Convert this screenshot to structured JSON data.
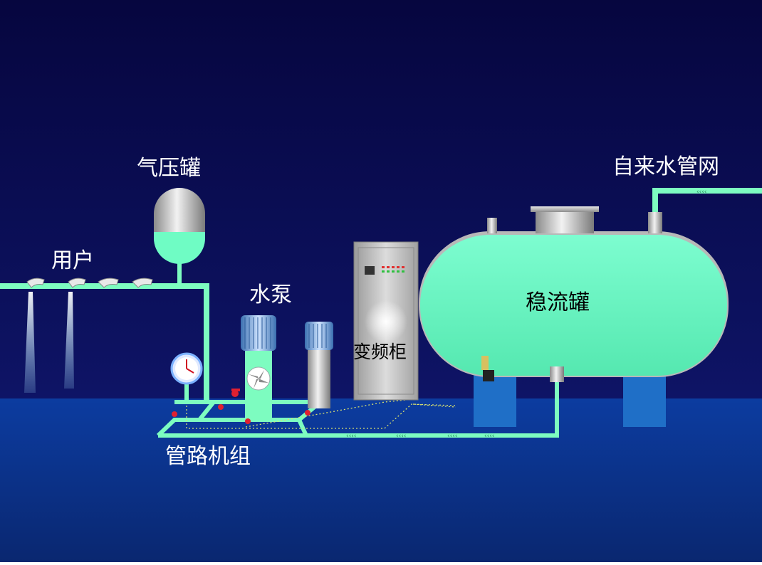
{
  "labels": {
    "pressure_tank": "气压罐",
    "users": "用户",
    "water_pump": "水泵",
    "vfd_cabinet": "变频柜",
    "stabilizer_tank": "稳流罐",
    "city_water": "自来水管网",
    "pipe_unit": "管路机组"
  },
  "colors": {
    "sky": "#0a0a4e",
    "floor": "#0b2a85",
    "pipe": "#7dfcc0",
    "tank_water": "#6ffcc4",
    "metal": "#c8c8c8",
    "support": "#1f6fc7",
    "valve": "#e02030"
  }
}
